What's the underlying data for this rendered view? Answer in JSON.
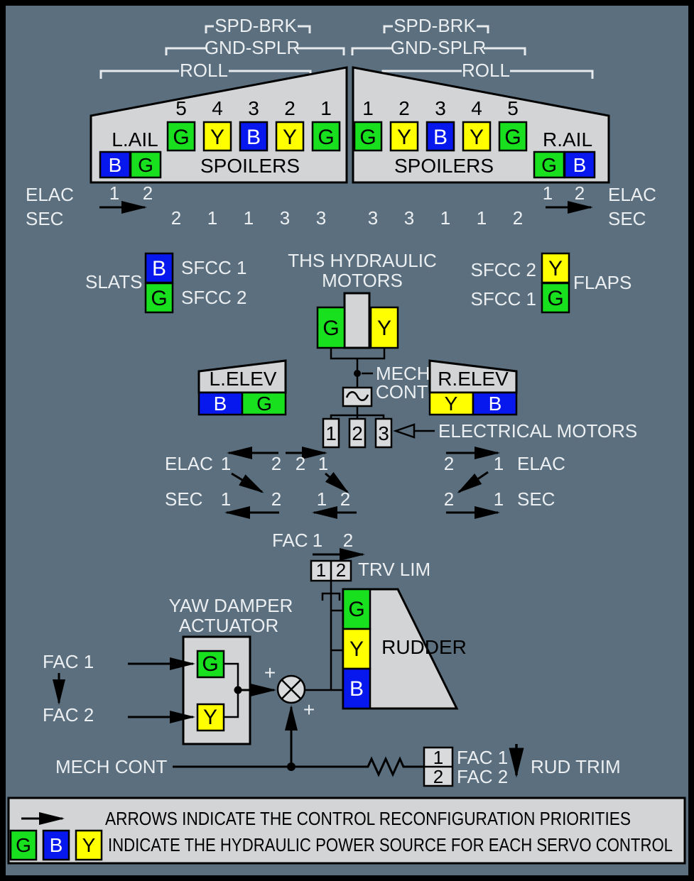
{
  "colors": {
    "green": "#18e01f",
    "blue": "#0718ef",
    "yellow": "#ffff00",
    "panel": "#d2d4d5",
    "background": "#5b6f7e",
    "outline": "#000000",
    "light_label": "#eceff1"
  },
  "brackets": {
    "spd_brk": "SPD-BRK",
    "gnd_splr": "GND-SPLR",
    "roll": "ROLL"
  },
  "left_wing": {
    "ail_label": "L.AIL",
    "spoilers_label": "SPOILERS",
    "spoiler_numbers": [
      "5",
      "4",
      "3",
      "2",
      "1"
    ],
    "spoiler_sources": [
      "G",
      "Y",
      "B",
      "Y",
      "G"
    ],
    "ail_sources": [
      "B",
      "G"
    ]
  },
  "right_wing": {
    "ail_label": "R.AIL",
    "spoilers_label": "SPOILERS",
    "spoiler_numbers": [
      "1",
      "2",
      "3",
      "4",
      "5"
    ],
    "spoiler_sources": [
      "G",
      "Y",
      "B",
      "Y",
      "G"
    ],
    "ail_sources": [
      "G",
      "B"
    ]
  },
  "wing_computers": {
    "left": {
      "elac_label": "ELAC",
      "sec_label": "SEC",
      "elac_numbers": [
        "1",
        "2"
      ],
      "sec_numbers": [
        "2",
        "1",
        "1",
        "3",
        "3"
      ]
    },
    "right": {
      "elac_label": "ELAC",
      "sec_label": "SEC",
      "elac_numbers": [
        "1",
        "2"
      ],
      "sec_numbers": [
        "3",
        "3",
        "1",
        "1",
        "2"
      ]
    }
  },
  "slats": {
    "label": "SLATS",
    "sources": [
      "B",
      "G"
    ],
    "computer_labels": [
      "SFCC 1",
      "SFCC 2"
    ]
  },
  "flaps": {
    "label": "FLAPS",
    "sources": [
      "Y",
      "G"
    ],
    "computer_labels": [
      "SFCC 2",
      "SFCC 1"
    ]
  },
  "ths": {
    "title_line1": "THS HYDRAULIC",
    "title_line2": "MOTORS",
    "sources": [
      "G",
      "Y"
    ],
    "mech_cont_line1": "MECH",
    "mech_cont_line2": "CONT"
  },
  "electrical_motors": {
    "numbers": [
      "1",
      "2",
      "3"
    ],
    "label": "ELECTRICAL MOTORS"
  },
  "elevators": {
    "left": {
      "label": "L.ELEV",
      "sources": [
        "B",
        "G"
      ]
    },
    "right": {
      "label": "R.ELEV",
      "sources": [
        "Y",
        "B"
      ]
    }
  },
  "elevator_priorities": {
    "left": {
      "elac_label": "ELAC",
      "sec_label": "SEC",
      "elac_numbers": [
        "1",
        "2"
      ],
      "sec_numbers": [
        "1",
        "2"
      ]
    },
    "center": {
      "elac_numbers": [
        "2",
        "1"
      ],
      "sec_numbers": [
        "1",
        "2"
      ]
    },
    "right": {
      "elac_label": "ELAC",
      "sec_label": "SEC",
      "elac_numbers": [
        "2",
        "1"
      ],
      "sec_numbers": [
        "2",
        "1"
      ]
    }
  },
  "rudder": {
    "fac_label": "FAC",
    "fac_numbers": [
      "1",
      "2"
    ],
    "trv_lim_cells": [
      "1",
      "2"
    ],
    "trv_lim_label": "TRV LIM",
    "label": "RUDDER",
    "sources": [
      "G",
      "Y",
      "B"
    ]
  },
  "yaw_damper": {
    "title_line1": "YAW DAMPER",
    "title_line2": "ACTUATOR",
    "fac1_label": "FAC 1",
    "fac2_label": "FAC 2",
    "sources": [
      "G",
      "Y"
    ],
    "plus_sign": "+"
  },
  "rudder_trim": {
    "mech_cont_label": "MECH CONT",
    "cells": [
      "1",
      "2"
    ],
    "fac1_label": "FAC 1",
    "fac2_label": "FAC 2",
    "label": "RUD TRIM"
  },
  "legend": {
    "arrows_text": "ARROWS INDICATE THE CONTROL RECONFIGURATION PRIORITIES",
    "sources_text": "INDICATE THE HYDRAULIC POWER SOURCE FOR EACH SERVO CONTROL",
    "sources": [
      "G",
      "B",
      "Y"
    ]
  }
}
